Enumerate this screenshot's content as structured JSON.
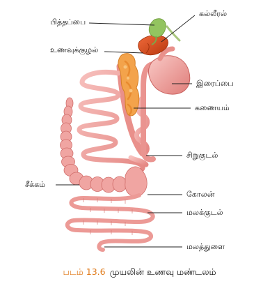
{
  "labels": {
    "gall_bladder": "பித்தப்பை",
    "liver": "கல்லீரல்",
    "esophagus": "உணவுக்குழல்",
    "stomach": "இரைப்பை",
    "pancreas": "கணையம்",
    "small_intestine": "சிறுகுடல்",
    "caecum": "சீக்கம்",
    "colon": "கோலன்",
    "rectum": "மலக்குடல்",
    "anus": "மலத்துளை"
  },
  "caption": {
    "figure_number": "படம் 13.6",
    "title": "முயலின் உணவு மண்டலம்"
  },
  "colors": {
    "gut": "#f0a1a1",
    "gut_dark": "#c9625f",
    "liver": "#d44a1e",
    "gall_bladder": "#8fc05a",
    "pancreas": "#f0a045",
    "caption_accent": "#e07b1c"
  }
}
